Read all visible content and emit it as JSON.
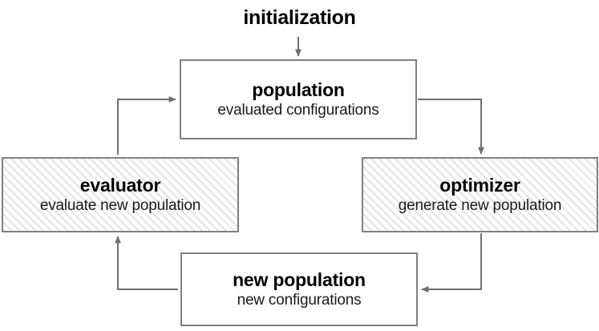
{
  "diagram": {
    "title": "initialization",
    "entry_label": "initialization",
    "stroke_color": "#808080",
    "text_color": "#000000",
    "hatch_color": "#aaaaaa",
    "background": "#ffffff",
    "nodes": [
      {
        "id": "population",
        "title": "population",
        "subtitle": "evaluated configurations",
        "fill": "solid"
      },
      {
        "id": "evaluator",
        "title": "evaluator",
        "subtitle": "evaluate new population",
        "fill": "hatched"
      },
      {
        "id": "optimizer",
        "title": "optimizer",
        "subtitle": "generate new population",
        "fill": "hatched"
      },
      {
        "id": "new-population",
        "title": "new population",
        "subtitle": "new configurations",
        "fill": "solid"
      }
    ],
    "edges": [
      {
        "id": "initialization-to-population",
        "from": "initialization",
        "to": "population"
      },
      {
        "id": "population-to-optimizer",
        "from": "population",
        "to": "optimizer"
      },
      {
        "id": "optimizer-to-new-population",
        "from": "optimizer",
        "to": "new-population"
      },
      {
        "id": "new-population-to-evaluator",
        "from": "new-population",
        "to": "evaluator"
      },
      {
        "id": "evaluator-to-population",
        "from": "evaluator",
        "to": "population"
      }
    ]
  }
}
